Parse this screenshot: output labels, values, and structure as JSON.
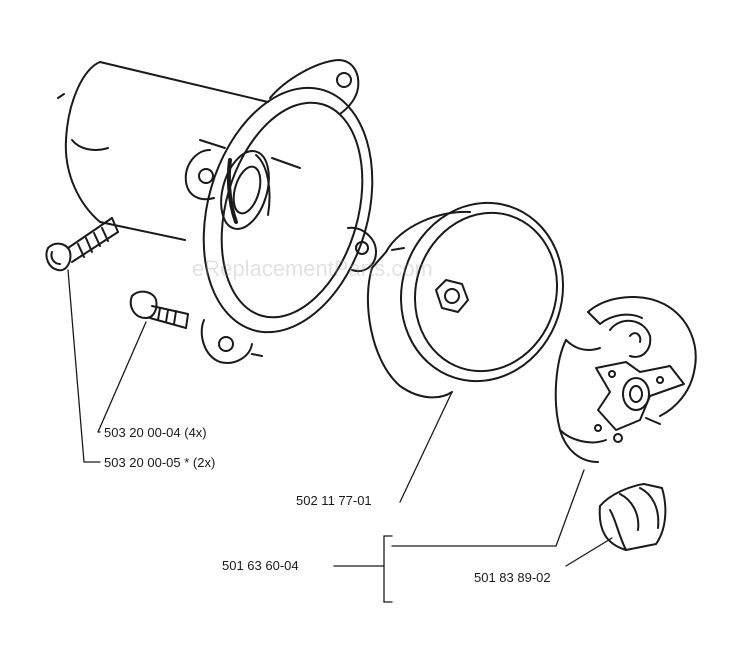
{
  "watermark": "eReplacementParts.com",
  "parts": {
    "screw_4x": "503 20 00-04 (4x)",
    "screw_2x": "503 20 00-05  *  (2x)",
    "clutch_drum": "502 11 77-01",
    "clutch_assembly": "501 63 60-04",
    "clutch_shoe": "501 83 89-02"
  },
  "colors": {
    "line": "#1a1a1a",
    "watermark": "#969696"
  }
}
